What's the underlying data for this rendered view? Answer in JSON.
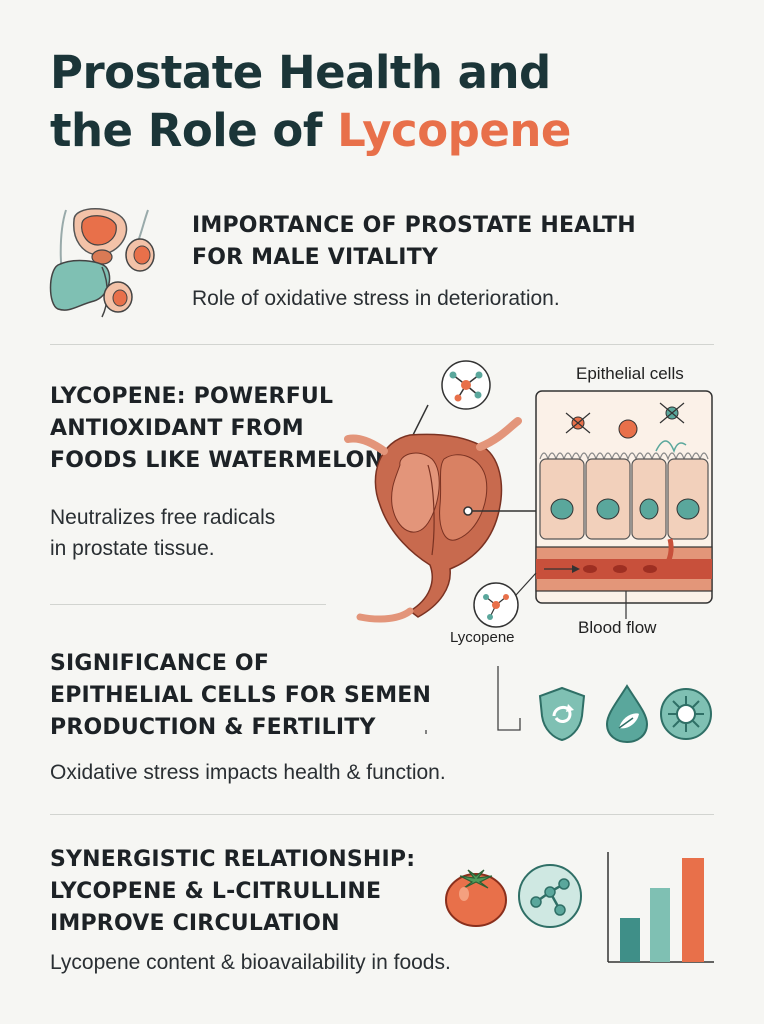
{
  "title": {
    "line1": "Prostate Health and",
    "line2_prefix": "the Role of ",
    "line2_accent": "Lycopene",
    "accent_color": "#e8704a"
  },
  "sections": [
    {
      "heading_lines": [
        "IMPORTANCE OF PROSTATE HEALTH",
        "FOR MALE VITALITY"
      ],
      "description": "Role of oxidative stress in deterioration.",
      "icon": "male-anatomy-icon"
    },
    {
      "heading_lines": [
        "LYCOPENE: POWERFUL",
        "ANTIOXIDANT FROM",
        "FOODS LIKE WATERMELON"
      ],
      "description_lines": [
        "Neutralizes free radicals",
        "in prostate tissue."
      ],
      "illustration": "prostate-gland-illustration"
    },
    {
      "heading_lines": [
        "SIGNIFICANCE OF",
        "EPITHELIAL CELLS FOR SEMEN",
        "PRODUCTION & FERTILITY"
      ],
      "description": "Oxidative stress impacts health & function.",
      "icons": [
        "shield-icon",
        "leaf-drop-icon",
        "cell-icon"
      ]
    },
    {
      "heading_lines": [
        "SYNERGISTIC RELATIONSHIP:",
        "LYCOPENE & L-CITRULLINE",
        "IMPROVE CIRCULATION"
      ],
      "description": "Lycopene content & bioavailability in foods.",
      "icons": [
        "tomato-icon",
        "molecule-icon",
        "bar-chart-icon"
      ]
    }
  ],
  "diagram": {
    "epithelial_label": "Epithelial cells",
    "blood_flow_label": "Blood flow",
    "lycopene_label": "Lycopene"
  },
  "colors": {
    "teal": "#5aa79c",
    "orange": "#e8704a",
    "dark": "#1b3538",
    "tissue": "#c86a4e"
  }
}
